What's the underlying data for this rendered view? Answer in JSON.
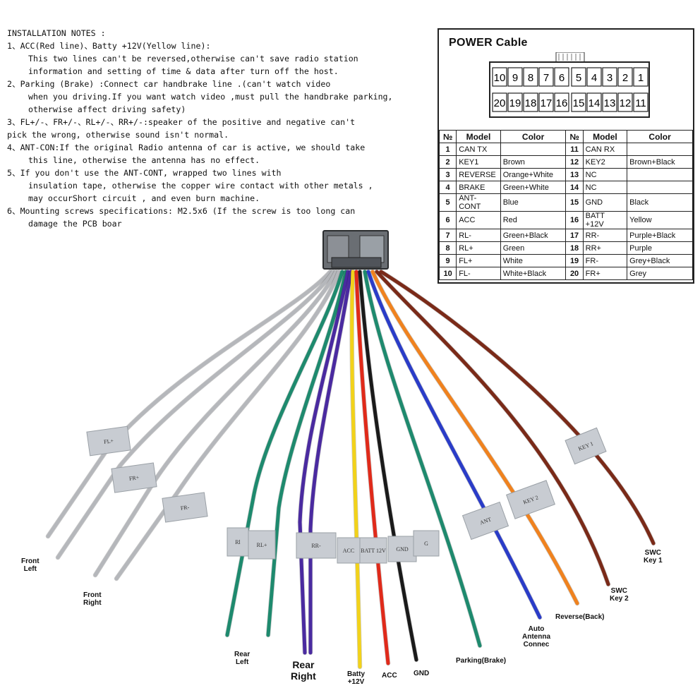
{
  "notes": {
    "title": "INSTALLATION NOTES :",
    "items": [
      {
        "lead": "1、ACC(Red line)、Batty +12V(Yellow line):",
        "cont": [
          "This two lines can't be reversed,otherwise can't save radio station",
          "information and setting of time & data after turn off the host."
        ]
      },
      {
        "lead": "2、Parking (Brake) :Connect car handbrake line .(can't watch video",
        "cont": [
          "when you driving.If you want watch video ,must pull the handbrake parking,",
          "otherwise affect driving safety)"
        ]
      },
      {
        "lead": "3、FL+/-、FR+/-、RL+/-、RR+/-:speaker of the positive and negative can't",
        "cont2": "pick the wrong, otherwise sound isn't normal."
      },
      {
        "lead": "4、ANT-CON:If the original Radio antenna of car is active, we should take",
        "cont": [
          "this line, otherwise the antenna has no effect."
        ]
      },
      {
        "lead": "5、If you don't use the ANT-CONT, wrapped two lines with",
        "cont": [
          "insulation tape, otherwise the copper wire contact with other metals ,",
          "may occurShort circuit , and even burn machine."
        ]
      },
      {
        "lead": "6、Mounting screws specifications:  M2.5x6 (If the screw is too long can",
        "cont": [
          "damage the PCB boar"
        ]
      }
    ]
  },
  "power": {
    "title": "POWER  Cable",
    "pins_top": [
      "10",
      "9",
      "8",
      "7",
      "6",
      "5",
      "4",
      "3",
      "2",
      "1"
    ],
    "pins_bottom": [
      "20",
      "19",
      "18",
      "17",
      "16",
      "15",
      "14",
      "13",
      "12",
      "11"
    ],
    "headers": [
      "№",
      "Model",
      "Color",
      "№",
      "Model",
      "Color"
    ],
    "rows": [
      [
        "1",
        "CAN TX",
        "",
        "11",
        "CAN RX",
        ""
      ],
      [
        "2",
        "KEY1",
        "Brown",
        "12",
        "KEY2",
        "Brown+Black"
      ],
      [
        "3",
        "REVERSE",
        "Orange+White",
        "13",
        "NC",
        ""
      ],
      [
        "4",
        "BRAKE",
        "Green+White",
        "14",
        "NC",
        ""
      ],
      [
        "5",
        "ANT-CONT",
        "Blue",
        "15",
        "GND",
        "Black"
      ],
      [
        "6",
        "ACC",
        "Red",
        "16",
        "BATT +12V",
        "Yellow"
      ],
      [
        "7",
        "RL-",
        "Green+Black",
        "17",
        "RR-",
        "Purple+Black"
      ],
      [
        "8",
        "RL+",
        "Green",
        "18",
        "RR+",
        "Purple"
      ],
      [
        "9",
        "FL+",
        "White",
        "19",
        "FR-",
        "Grey+Black"
      ],
      [
        "10",
        "FL-",
        "White+Black",
        "20",
        "FR+",
        "Grey"
      ]
    ]
  },
  "harness": {
    "tags": [
      "FL+",
      "FR+",
      "FR-",
      "Rl",
      "RL+",
      "RR-",
      "ACC",
      "BATT 12V",
      "GND",
      "G",
      "ANT",
      "KEY 2",
      "KEY 1"
    ],
    "labels": [
      {
        "id": "front-left",
        "lines": [
          "Front",
          "Left"
        ]
      },
      {
        "id": "front-right",
        "lines": [
          "Front",
          "Right"
        ]
      },
      {
        "id": "rear-left",
        "lines": [
          "Rear",
          "Left"
        ]
      },
      {
        "id": "rear-right",
        "lines": [
          "Rear",
          "Right"
        ]
      },
      {
        "id": "batty",
        "lines": [
          "Batty",
          "+12V"
        ]
      },
      {
        "id": "acc",
        "lines": [
          "ACC"
        ]
      },
      {
        "id": "gnd",
        "lines": [
          "GND"
        ]
      },
      {
        "id": "parking",
        "lines": [
          "Parking(Brake)"
        ]
      },
      {
        "id": "auto-antenna",
        "lines": [
          "Auto",
          "Antenna",
          "Connec"
        ]
      },
      {
        "id": "reverse",
        "lines": [
          "Reverse(Back)"
        ]
      },
      {
        "id": "swc2",
        "lines": [
          "SWC",
          "Key 2"
        ]
      },
      {
        "id": "swc1",
        "lines": [
          "SWC",
          "Key 1"
        ]
      }
    ],
    "colors": {
      "grey": "#b5b7bb",
      "green": "#1e8a6e",
      "purple": "#4a2aa0",
      "yellow": "#f2d21a",
      "red": "#e02a1a",
      "black": "#1a1a1a",
      "blue": "#2a3cc8",
      "orange": "#f0821e",
      "brown": "#7a2a18"
    }
  }
}
